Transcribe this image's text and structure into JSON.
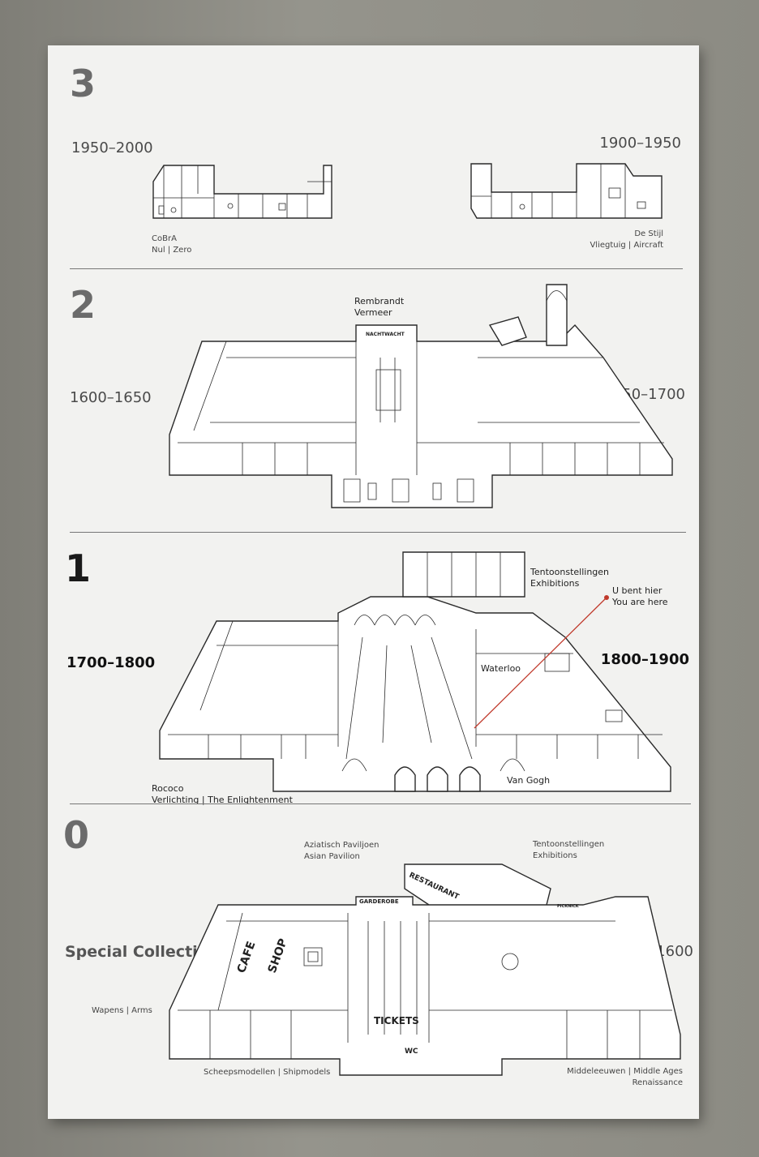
{
  "floors": [
    {
      "number": "3",
      "left_era": "1950–2000",
      "right_era": "1900–1950",
      "left_labels": [
        "CoBrA",
        "Nul | Zero"
      ],
      "right_labels": [
        "De Stijl",
        "Vliegtuig | Aircraft"
      ]
    },
    {
      "number": "2",
      "left_era": "1600–1650",
      "right_era": "1650–1700",
      "top_labels": [
        "Rembrandt",
        "Vermeer"
      ],
      "plan_text": "NACHTWACHT"
    },
    {
      "number": "1",
      "left_era": "1700–1800",
      "right_era": "1800–1900",
      "exhibitions": [
        "Tentoonstellingen",
        "Exhibitions"
      ],
      "you_are_here": [
        "U bent hier",
        "You are here"
      ],
      "waterloo": "Waterloo",
      "van_gogh": "Van Gogh",
      "left_labels": [
        "Rococo",
        "Verlichting | The Enlightenment"
      ]
    },
    {
      "number": "0",
      "left_era": "Special Collections",
      "right_era": "1100–1600",
      "asian_pavilion": [
        "Aziatisch Paviljoen",
        "Asian Pavilion"
      ],
      "exhibitions": [
        "Tentoonstellingen",
        "Exhibitions"
      ],
      "arms": "Wapens | Arms",
      "shipmodels": "Scheepsmodellen | Shipmodels",
      "middle_ages": [
        "Middeleeuwen | Middle Ages",
        "Renaissance"
      ],
      "plan_text": {
        "restaurant": "RESTAURANT",
        "garderobe": "GARDEROBE",
        "cafe": "CAFE",
        "shop": "SHOP",
        "tickets": "TICKETS",
        "wc": "WC",
        "picknick": "PICKNICK"
      }
    }
  ],
  "colors": {
    "board": "#f2f2f0",
    "ink": "#2a2a2a",
    "highlight": "#c0392b",
    "wall": "#8f8e86"
  }
}
